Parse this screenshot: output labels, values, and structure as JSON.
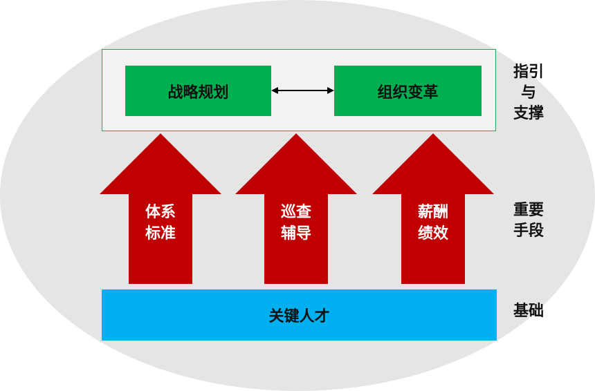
{
  "top_section": {
    "left_box": "战略规划",
    "right_box": "组织变革"
  },
  "pillars": [
    {
      "label": "体系\n标准"
    },
    {
      "label": "巡查\n辅导"
    },
    {
      "label": "薪酬\n绩效"
    }
  ],
  "base": {
    "label": "关键人才"
  },
  "side_labels": {
    "top": "指引\n与\n支撑",
    "middle": "重要\n手段",
    "bottom": "基础"
  },
  "colors": {
    "green": "#00b050",
    "red": "#c00000",
    "blue": "#00b0f0",
    "ellipse": "#e5e5e5"
  }
}
